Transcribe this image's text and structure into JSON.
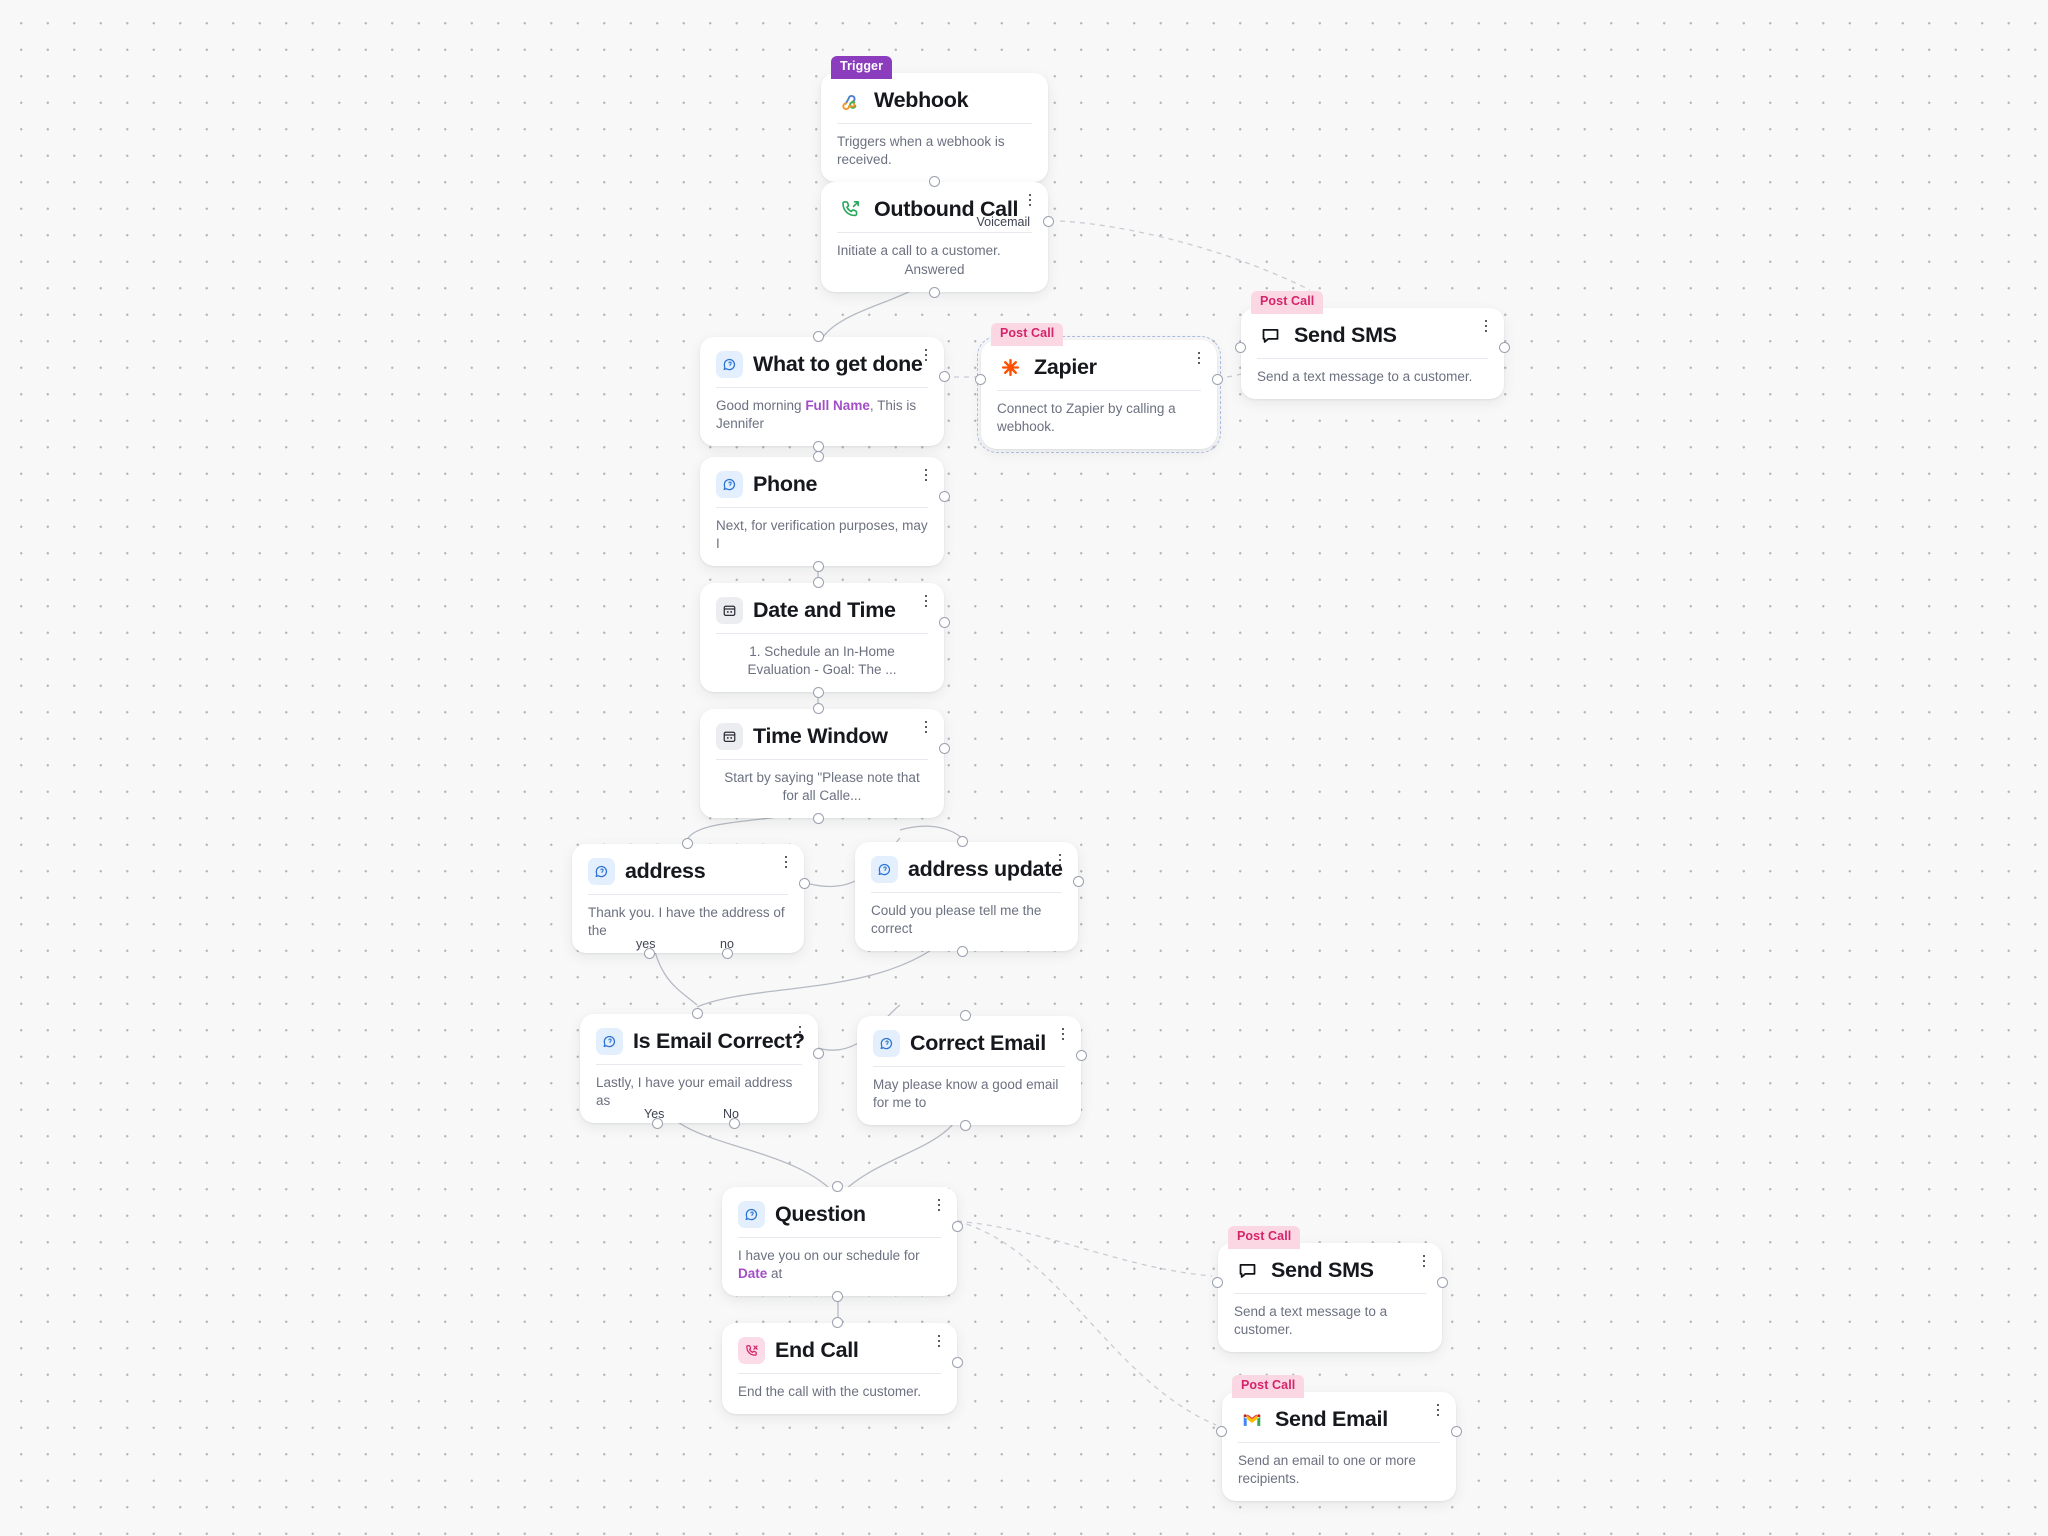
{
  "canvas": {
    "background": "#f8f8f8",
    "dot_color": "#b8b8bd",
    "edge_color": "#b6bac4"
  },
  "badges": {
    "trigger": "Trigger",
    "post_call": "Post Call",
    "trigger_color": "#8b3dbd",
    "post_call_bg": "#fbd7e4",
    "post_call_fg": "#d4246a"
  },
  "nodes": [
    {
      "id": "webhook",
      "title": "Webhook",
      "desc": "Triggers when a webhook is received.",
      "badge": "Trigger",
      "icon": "webhook-icon"
    },
    {
      "id": "outbound-call",
      "title": "Outbound Call",
      "desc": "Initiate a call to a customer.",
      "icon": "outbound-call-icon",
      "port_labels": {
        "voicemail": "Voicemail",
        "answered": "Answered"
      }
    },
    {
      "id": "what-to-get-done",
      "title": "What to get done",
      "desc_parts": {
        "pre": "Good morning ",
        "var": "Full Name",
        "post": ", This is Jennifer"
      },
      "icon": "conversation-icon"
    },
    {
      "id": "zapier",
      "title": "Zapier",
      "desc": "Connect to Zapier by calling a webhook.",
      "badge": "Post Call",
      "icon": "zapier-icon",
      "selected": true
    },
    {
      "id": "send-sms-top",
      "title": "Send SMS",
      "desc": "Send a text message to a customer.",
      "badge": "Post Call",
      "icon": "sms-icon"
    },
    {
      "id": "phone",
      "title": "Phone",
      "desc": "Next, for verification purposes, may I",
      "icon": "conversation-icon"
    },
    {
      "id": "date-and-time",
      "title": "Date and Time",
      "desc": "1. Schedule an In-Home Evaluation - Goal: The ...",
      "icon": "calendar-icon"
    },
    {
      "id": "time-window",
      "title": "Time Window",
      "desc": "Start by saying \"Please note that for all Calle...",
      "icon": "calendar-icon"
    },
    {
      "id": "address",
      "title": "address",
      "desc": "Thank you. I have the address of the",
      "icon": "conversation-icon",
      "port_labels": {
        "yes": "yes",
        "no": "no"
      }
    },
    {
      "id": "address-update",
      "title": "address update",
      "desc": "Could you please tell me the correct",
      "icon": "conversation-icon"
    },
    {
      "id": "is-email-correct",
      "title": "Is Email Correct?",
      "desc": "Lastly, I have your email address as",
      "icon": "conversation-icon",
      "port_labels": {
        "yes": "Yes",
        "no": "No"
      }
    },
    {
      "id": "correct-email",
      "title": "Correct Email",
      "desc": "May please know a good email for me to",
      "icon": "conversation-icon"
    },
    {
      "id": "question",
      "title": "Question",
      "desc_parts": {
        "pre": "I have you on our schedule for ",
        "var": "Date",
        "post": " at"
      },
      "icon": "conversation-icon"
    },
    {
      "id": "end-call",
      "title": "End Call",
      "desc": "End the call with the customer.",
      "icon": "end-call-icon"
    },
    {
      "id": "send-sms-bottom",
      "title": "Send SMS",
      "desc": "Send a text message to a customer.",
      "badge": "Post Call",
      "icon": "sms-icon"
    },
    {
      "id": "send-email",
      "title": "Send Email",
      "desc": "Send an email to one or more recipients.",
      "badge": "Post Call",
      "icon": "gmail-icon"
    }
  ]
}
